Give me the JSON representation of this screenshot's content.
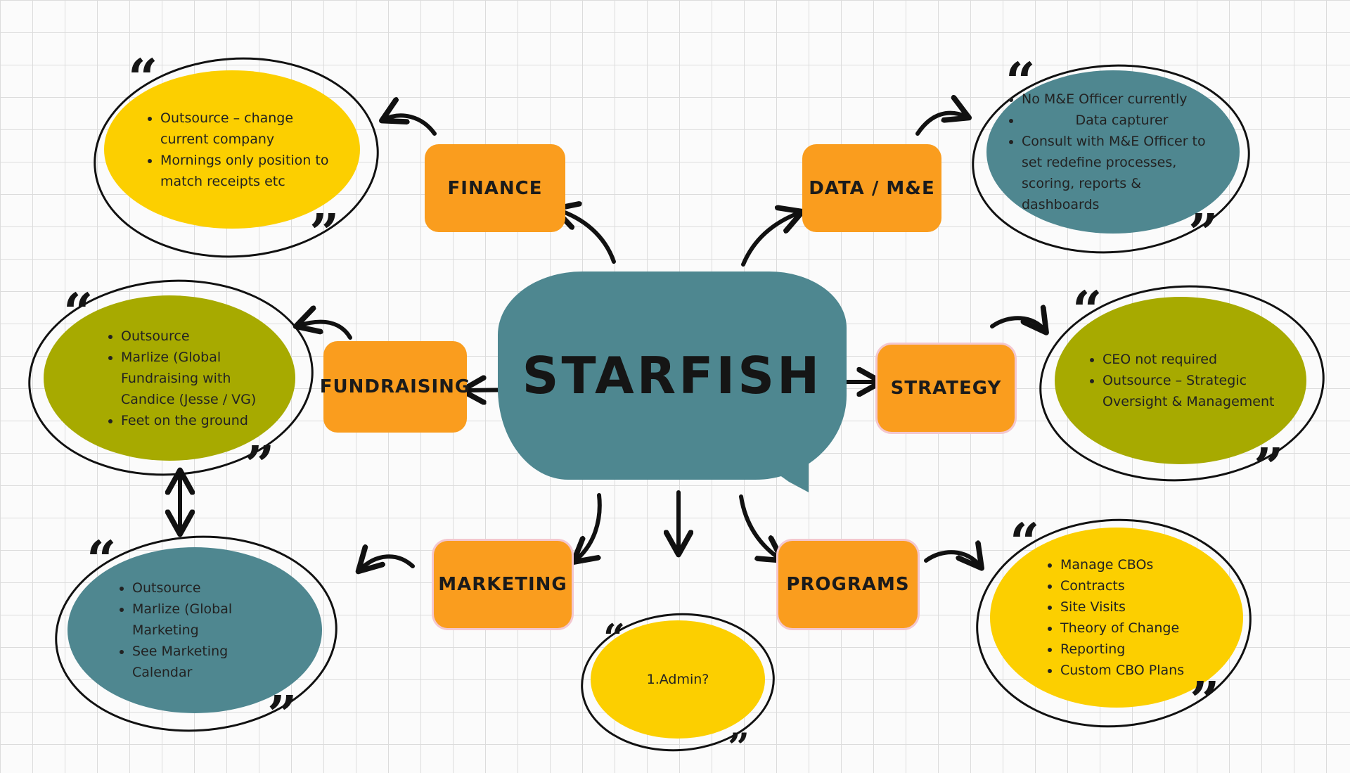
{
  "center": {
    "title": "STARFISH",
    "color": "#4e8790"
  },
  "colors": {
    "topic": "#fa9d1e",
    "yellow": "#fccf00",
    "teal": "#4f8790",
    "olive": "#a7aa00",
    "grid": "#dcdcdc"
  },
  "topics": {
    "finance": "FINANCE",
    "data_me": "DATA / M&E",
    "fundraising": "FUNDRAISING",
    "strategy": "STRATEGY",
    "marketing": "MARKETING",
    "programs": "PROGRAMS"
  },
  "notes": {
    "finance": [
      "Outsource – change current company",
      "Mornings only position to match receipts etc"
    ],
    "data_me": [
      "No M&E Officer currently",
      "Data capturer",
      "Consult with M&E Officer to set redefine processes, scoring,  reports & dashboards"
    ],
    "fundraising": [
      "Outsource",
      "Marlize (Global Fundraising with Candice (Jesse / VG)",
      "Feet on the ground"
    ],
    "strategy": [
      "CEO not required",
      "Outsource – Strategic Oversight & Management"
    ],
    "marketing": [
      "Outsource",
      "Marlize (Global Marketing",
      "See Marketing Calendar"
    ],
    "programs": [
      "Manage CBOs",
      "Contracts",
      "Site Visits",
      "Theory of Change",
      "Reporting",
      "Custom CBO Plans"
    ],
    "admin": "1.Admin?"
  },
  "quote_marks": {
    "open": "“",
    "close": "”"
  }
}
